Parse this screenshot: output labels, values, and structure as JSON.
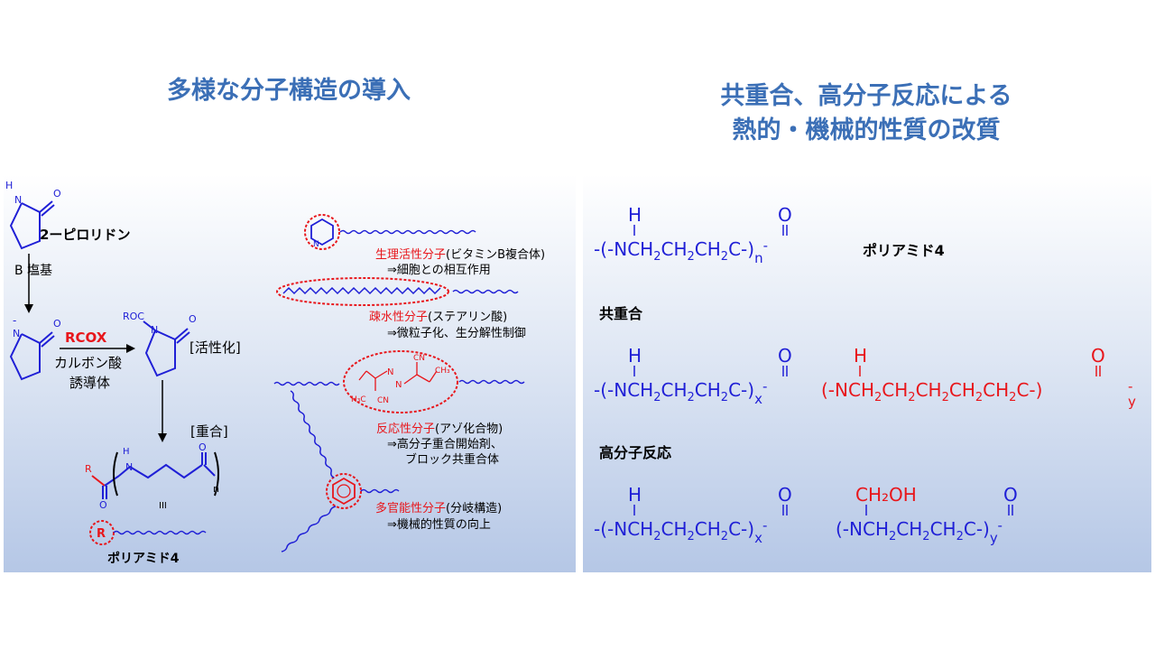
{
  "titles": {
    "left": "多様な分子構造の導入",
    "right_line1": "共重合、高分子反応による",
    "right_line2": "熱的・機械的性質の改質"
  },
  "left": {
    "pyrrolidone_name": "2ーピロリドン",
    "base_label": "B 塩基",
    "reagent": "RCOX",
    "reagent_desc_1": "カルボン酸",
    "reagent_desc_2": "誘導体",
    "activation_label": "[活性化]",
    "polymerization_label": "[重合]",
    "roc": "ROC",
    "polymer_end_r": "R",
    "polymer_name": "ポリアミド4",
    "bioactive_title": "生理活性分子",
    "bioactive_note": "(ビタミンB複合体)",
    "bioactive_desc": "⇒細胞との相互作用",
    "hydrophobic_title": "疎水性分子",
    "hydrophobic_note": "(ステアリン酸)",
    "hydrophobic_desc": "⇒微粒子化、生分解性制御",
    "reactive_title": "反応性分子",
    "reactive_note": "(アゾ化合物)",
    "reactive_desc_1": "⇒高分子重合開始剤、",
    "reactive_desc_2": "ブロック共重合体",
    "multifunctional_title": "多官能性分子",
    "multifunctional_note": "(分岐構造)",
    "multifunctional_desc": "⇒機械的性質の向上"
  },
  "right": {
    "polyamide_label": "ポリアミド4",
    "copolymer_label": "共重合",
    "polymer_reaction_label": "高分子反応",
    "ch2oh": "CH₂OH"
  },
  "colors": {
    "title_blue": "#3b6fb6",
    "structure_blue": "#1f1fd6",
    "highlight_red": "#e8161b"
  }
}
